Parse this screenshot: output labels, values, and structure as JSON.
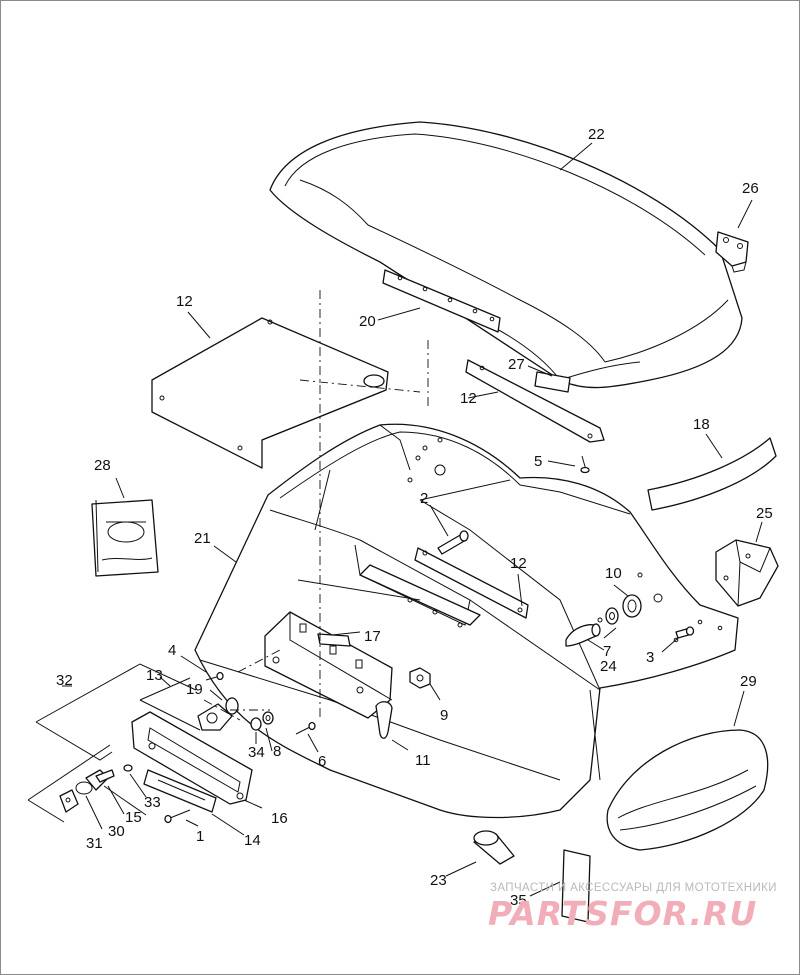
{
  "parts": [
    {
      "id": "p1",
      "number": "1"
    },
    {
      "id": "p2",
      "number": "2"
    },
    {
      "id": "p3",
      "number": "3"
    },
    {
      "id": "p4",
      "number": "4"
    },
    {
      "id": "p5",
      "number": "5"
    },
    {
      "id": "p6",
      "number": "6"
    },
    {
      "id": "p7",
      "number": "7"
    },
    {
      "id": "p8",
      "number": "8"
    },
    {
      "id": "p9",
      "number": "9"
    },
    {
      "id": "p10",
      "number": "10"
    },
    {
      "id": "p11",
      "number": "11"
    },
    {
      "id": "p12a",
      "number": "12"
    },
    {
      "id": "p12b",
      "number": "12"
    },
    {
      "id": "p12c",
      "number": "12"
    },
    {
      "id": "p13",
      "number": "13"
    },
    {
      "id": "p14",
      "number": "14"
    },
    {
      "id": "p15",
      "number": "15"
    },
    {
      "id": "p16",
      "number": "16"
    },
    {
      "id": "p17",
      "number": "17"
    },
    {
      "id": "p18",
      "number": "18"
    },
    {
      "id": "p19",
      "number": "19"
    },
    {
      "id": "p20",
      "number": "20"
    },
    {
      "id": "p21",
      "number": "21"
    },
    {
      "id": "p22",
      "number": "22"
    },
    {
      "id": "p23",
      "number": "23"
    },
    {
      "id": "p24",
      "number": "24"
    },
    {
      "id": "p25",
      "number": "25"
    },
    {
      "id": "p26",
      "number": "26"
    },
    {
      "id": "p27",
      "number": "27"
    },
    {
      "id": "p28",
      "number": "28"
    },
    {
      "id": "p29",
      "number": "29"
    },
    {
      "id": "p30",
      "number": "30"
    },
    {
      "id": "p31",
      "number": "31"
    },
    {
      "id": "p32",
      "number": "32"
    },
    {
      "id": "p33",
      "number": "33"
    },
    {
      "id": "p34",
      "number": "34"
    },
    {
      "id": "p35",
      "number": "35"
    }
  ],
  "watermark": {
    "tagline": "ЗАПЧАСТИ И АКСЕССУАРЫ ДЛЯ МОТОТЕХНИКИ",
    "brand": "PARTSFOR.RU",
    "color": "#f2aeb8"
  }
}
